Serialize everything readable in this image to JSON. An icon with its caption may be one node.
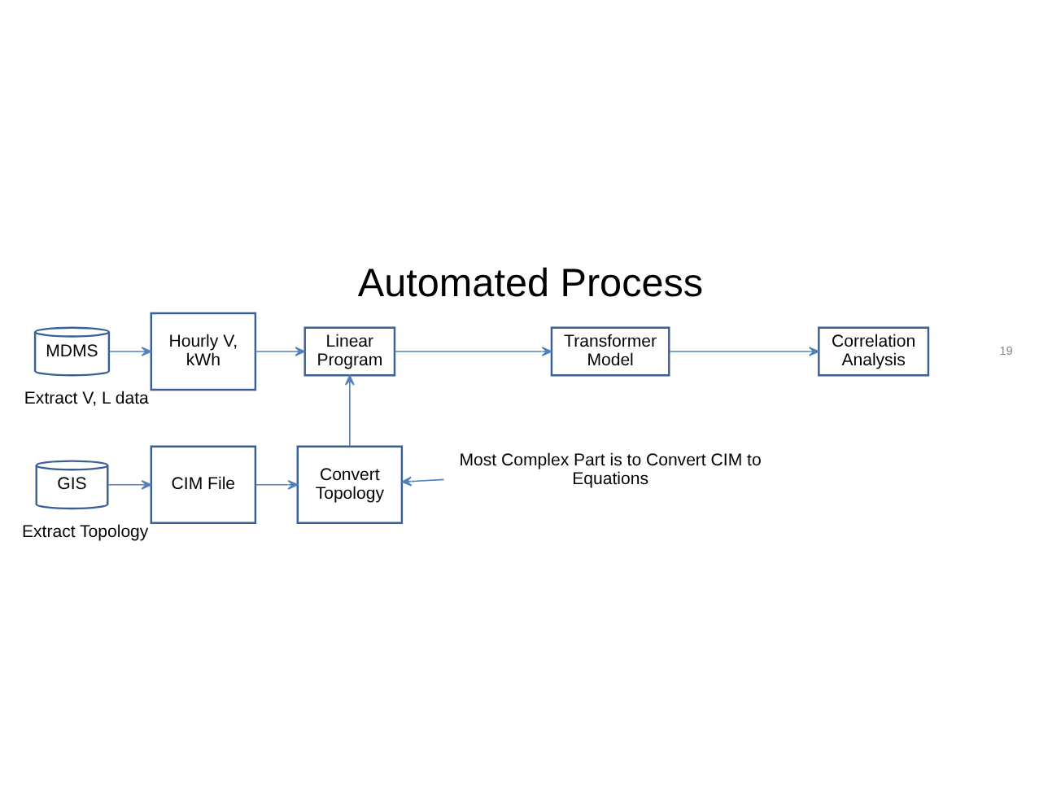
{
  "diagram": {
    "title": "Automated Process",
    "nodes": [
      {
        "text": [
          "MDMS"
        ]
      },
      {
        "text": [
          "Hourly V, kWh"
        ],
        "beside": [
          "Extract V, L data"
        ]
      },
      {
        "text": [
          "Linear Program"
        ]
      },
      {
        "text": [
          "Transformer Model"
        ]
      },
      {
        "text": [
          "Correlation Analysis"
        ]
      },
      {
        "text": [
          "GIS"
        ]
      },
      {
        "text": [
          "CIM File"
        ],
        "beside": [
          "Extract Topology"
        ]
      },
      {
        "text": [
          "Convert Topology"
        ]
      },
      {
        "text": [
          "Most Complex Part is to Convert CIM to Equations"
        ]
      }
    ],
    "edges": [
      {
        "from": 0,
        "to": 1,
        "arrow": "to"
      },
      {
        "from": 1,
        "to": 2,
        "arrow": "to"
      },
      {
        "from": 2,
        "to": 3,
        "arrow": "to"
      },
      {
        "from": 3,
        "to": 4,
        "arrow": "to"
      },
      {
        "from": 5,
        "to": 6,
        "arrow": "to"
      },
      {
        "from": 6,
        "to": 7,
        "arrow": "to"
      },
      {
        "from": 7,
        "to": 2,
        "arrow": "to"
      },
      {
        "from": 8,
        "to": 7,
        "arrow": "to"
      }
    ],
    "labels": [
      "19"
    ]
  }
}
